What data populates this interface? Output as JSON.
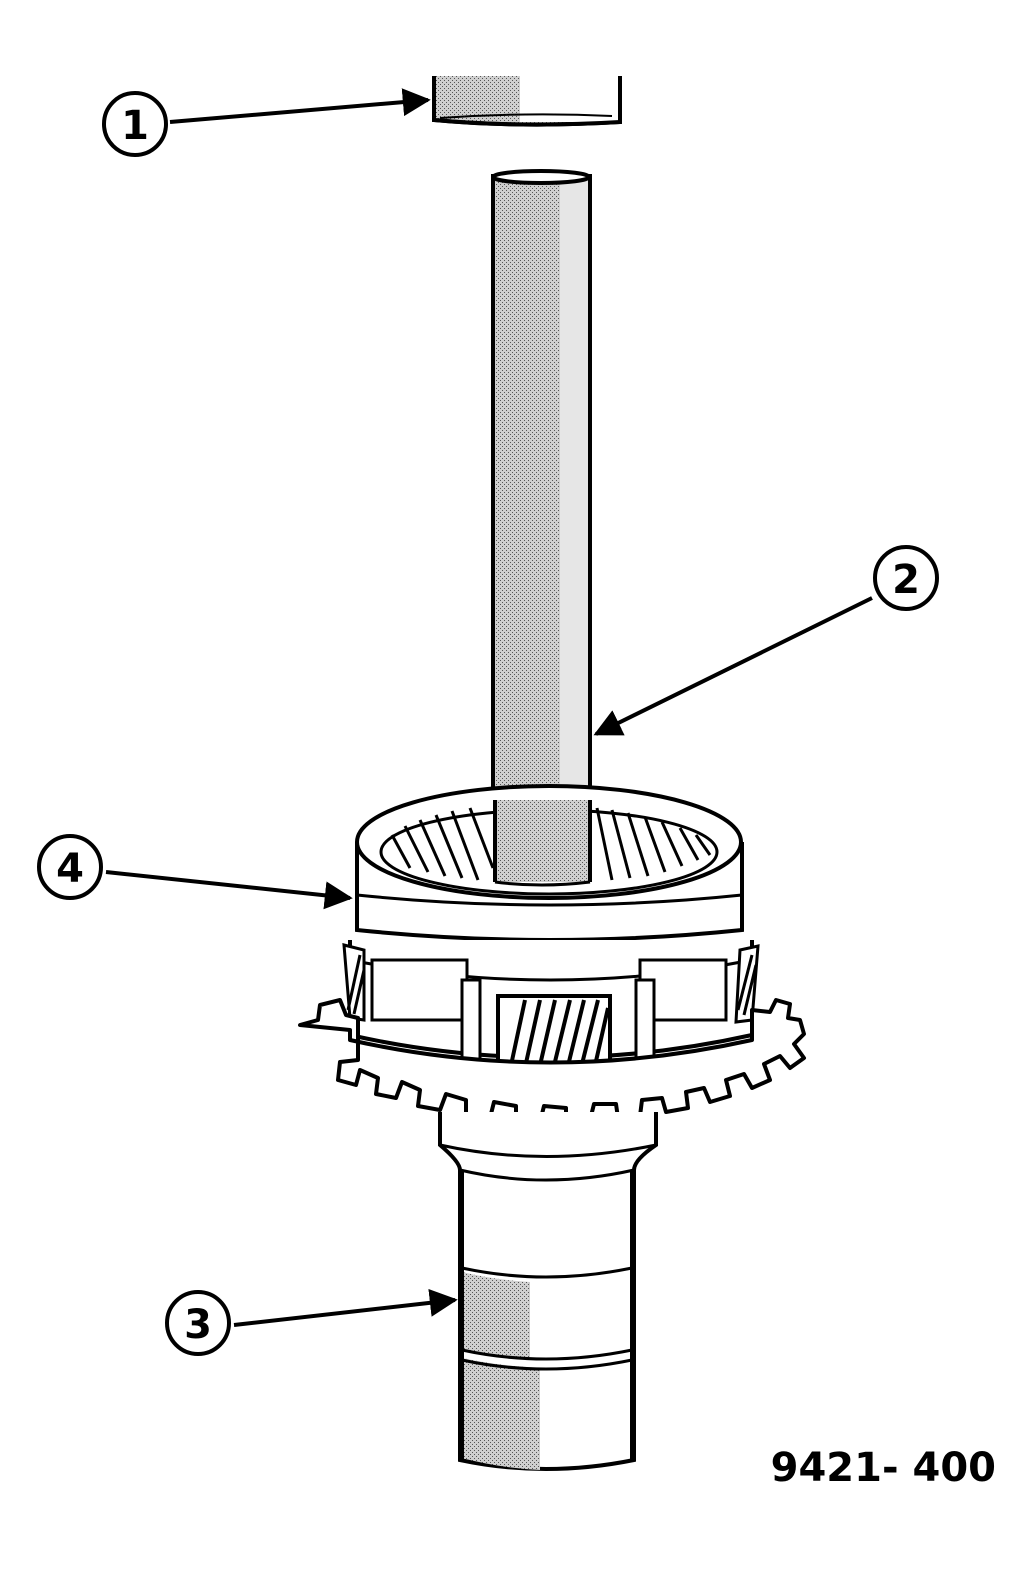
{
  "figure_id": "9421- 400",
  "callouts": [
    {
      "label": "1",
      "part": "tool"
    },
    {
      "label": "2",
      "part": "shaft"
    },
    {
      "label": "3",
      "part": "output-shaft"
    },
    {
      "label": "4",
      "part": "ring-gear"
    }
  ],
  "colors": {
    "ink": "#000000",
    "shade": "#9a9a9a",
    "paper": "#ffffff"
  }
}
